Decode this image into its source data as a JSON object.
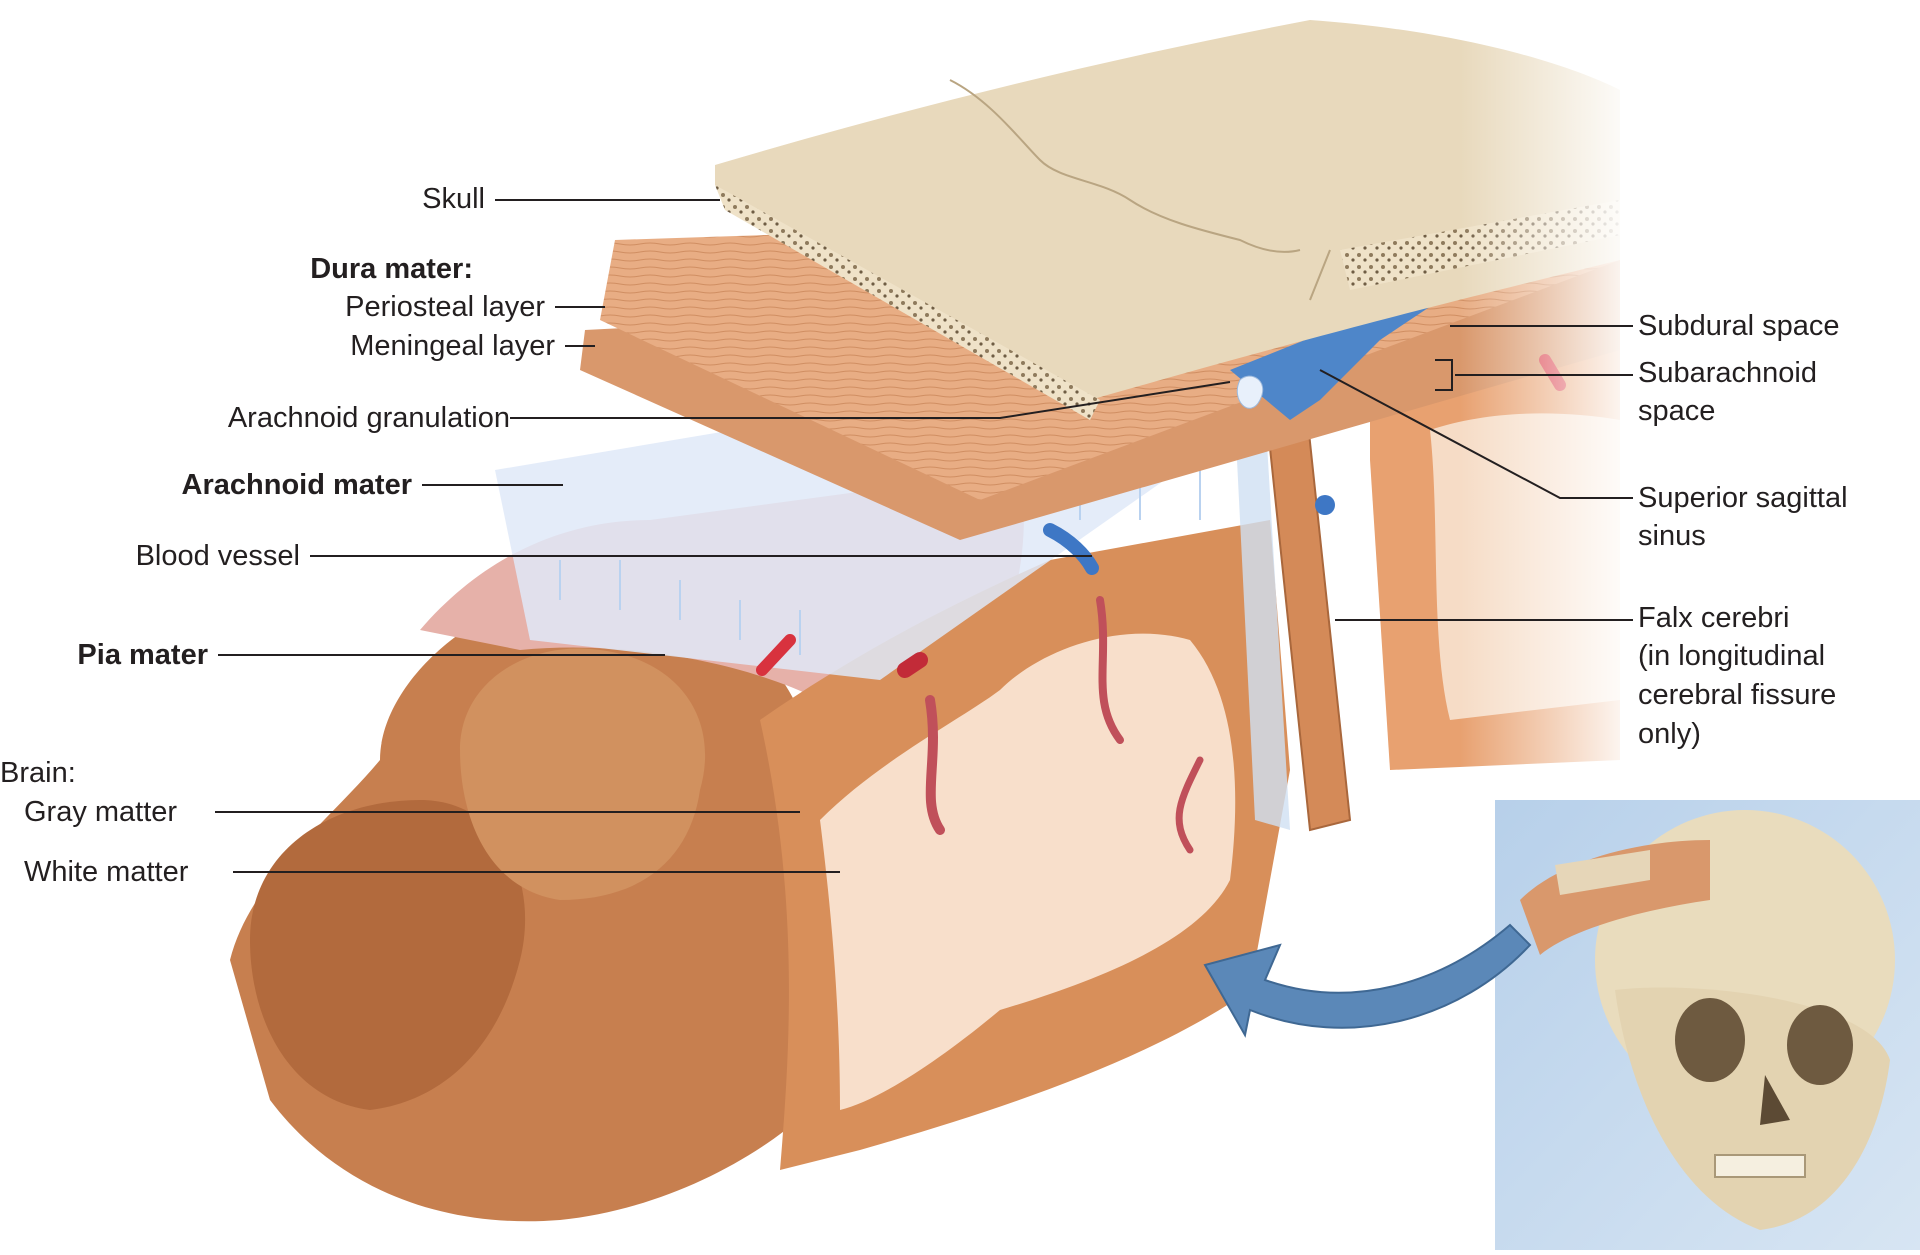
{
  "labels": {
    "skull": "Skull",
    "dura_mater": "Dura mater:",
    "periosteal_layer": "Periosteal layer",
    "meningeal_layer": "Meningeal layer",
    "arachnoid_granulation": "Arachnoid granulation",
    "arachnoid_mater": "Arachnoid mater",
    "blood_vessel": "Blood vessel",
    "pia_mater": "Pia mater",
    "brain": "Brain:",
    "gray_matter": "Gray matter",
    "white_matter": "White matter",
    "subdural_space": "Subdural space",
    "subarachnoid_space_1": "Subarachnoid",
    "subarachnoid_space_2": "space",
    "superior_sagittal_sinus_1": "Superior sagittal",
    "superior_sagittal_sinus_2": "sinus",
    "falx_cerebri_1": "Falx cerebri",
    "falx_cerebri_2": "(in longitudinal",
    "falx_cerebri_3": "cerebral fissure",
    "falx_cerebri_4": "only)"
  },
  "colors": {
    "skull": "#e6d6b8",
    "dura": "#e3a77c",
    "arachnoid": "#dbe6f5",
    "pia": "#e7b3ad",
    "gray_matter": "#d9905e",
    "white_matter": "#f7ddc8",
    "sinus": "#4e86c9",
    "artery": "#d8323e",
    "inset_bg": "#c9dbee",
    "arrow": "#5b88b8"
  }
}
